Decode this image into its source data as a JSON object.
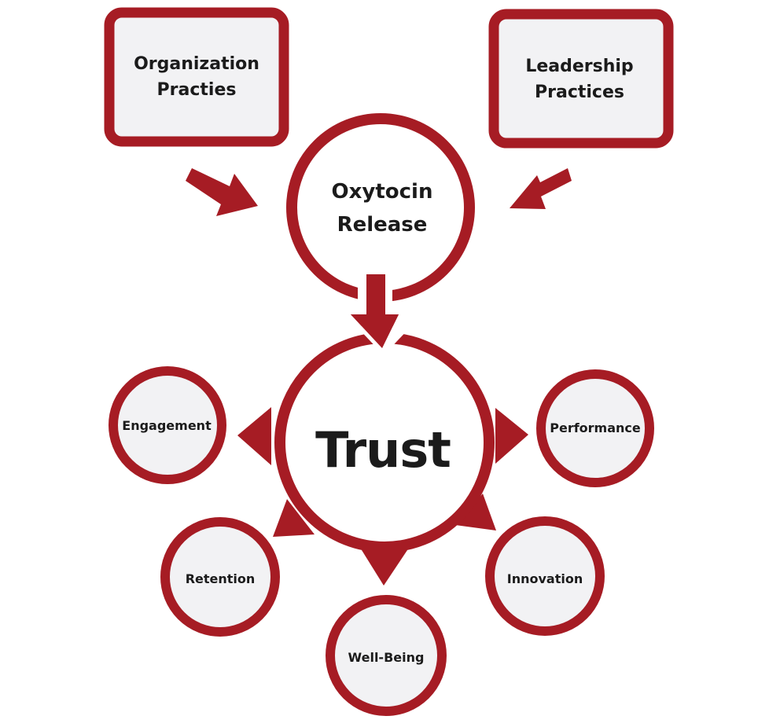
{
  "colors": {
    "accent": "#a61c24",
    "box_fill": "#f2f2f4",
    "circle_fill": "#ffffff",
    "satellite_fill": "#f2f2f4",
    "text": "#1b1b1b"
  },
  "inputs": [
    {
      "id": "organization",
      "lines": [
        "Organization",
        "Practies"
      ]
    },
    {
      "id": "leadership",
      "lines": [
        "Leadership",
        "Practices"
      ]
    }
  ],
  "mediator": {
    "lines": [
      "Oxytocin",
      "Release"
    ]
  },
  "core": {
    "label": "Trust"
  },
  "outcomes": [
    {
      "id": "engagement",
      "label": "Engagement"
    },
    {
      "id": "performance",
      "label": "Performance"
    },
    {
      "id": "retention",
      "label": "Retention"
    },
    {
      "id": "innovation",
      "label": "Innovation"
    },
    {
      "id": "well-being",
      "label": "Well-Being"
    }
  ]
}
